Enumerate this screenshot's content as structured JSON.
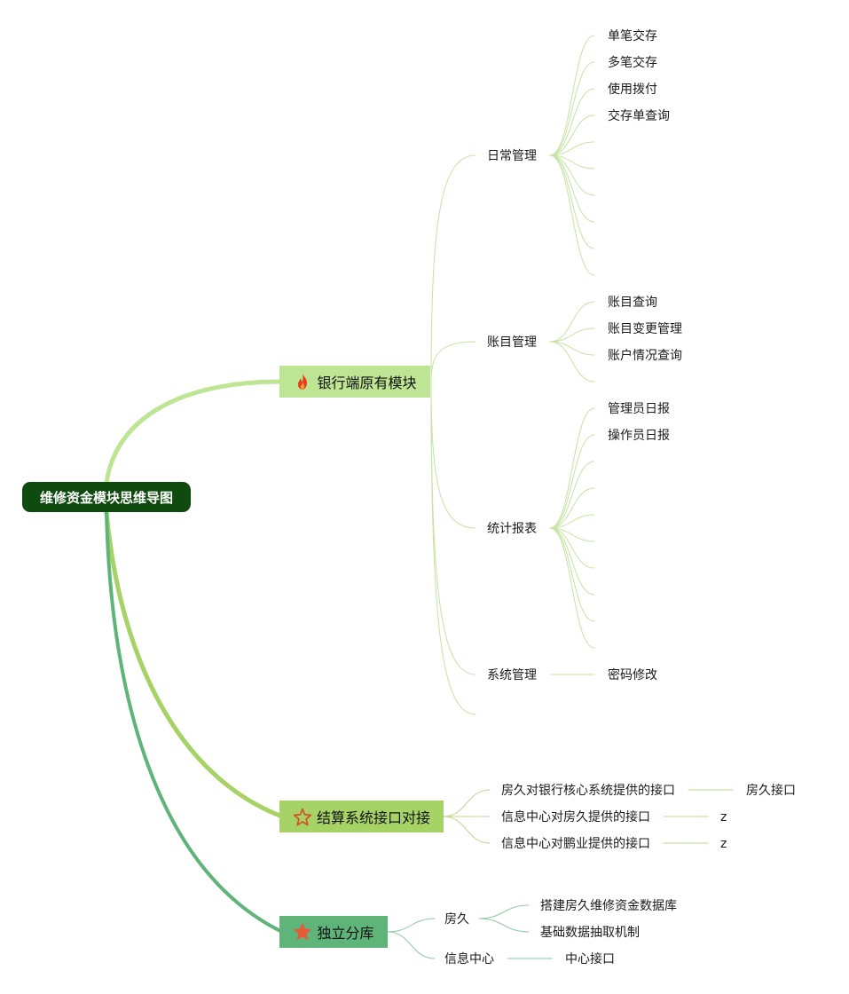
{
  "root": {
    "label": "维修资金模块思维导图"
  },
  "branches": {
    "bank": {
      "label": "银行端原有模块",
      "icon": "fire-icon",
      "children": {
        "daily": {
          "label": "日常管理",
          "items": [
            "单笔交存",
            "多笔交存",
            "使用拨付",
            "交存单查询"
          ]
        },
        "account": {
          "label": "账目管理",
          "items": [
            "账目查询",
            "账目变更管理",
            "账户情况查询"
          ]
        },
        "report": {
          "label": "统计报表",
          "items": [
            "管理员日报",
            "操作员日报"
          ]
        },
        "system": {
          "label": "系统管理",
          "items": [
            "密码修改"
          ]
        }
      }
    },
    "settle": {
      "label": "结算系统接口对接",
      "icon": "star-outline-icon",
      "children": [
        {
          "label": "房久对银行核心系统提供的接口",
          "leaf": "房久接口"
        },
        {
          "label": "信息中心对房久提供的接口",
          "leaf": "z"
        },
        {
          "label": "信息中心对鹏业提供的接口",
          "leaf": "z"
        }
      ]
    },
    "db": {
      "label": "独立分库",
      "icon": "star-filled-icon",
      "children": {
        "fangjiu": {
          "label": "房久",
          "items": [
            "搭建房久维修资金数据库",
            "基础数据抽取机制"
          ]
        },
        "info": {
          "label": "信息中心",
          "items": [
            "中心接口"
          ]
        }
      }
    }
  },
  "colors": {
    "root_bg": "#0f4b0f",
    "bank": "#bde593",
    "settle": "#a6d266",
    "db": "#5fb47a",
    "thin_bank": "#c5e3a3",
    "thin_settle": "#b9dc8a",
    "thin_db": "#8fcaa0",
    "icon_fire": "#e8401c",
    "icon_star_outline": "#d94a2a",
    "icon_star_filled": "#e65a3a"
  }
}
